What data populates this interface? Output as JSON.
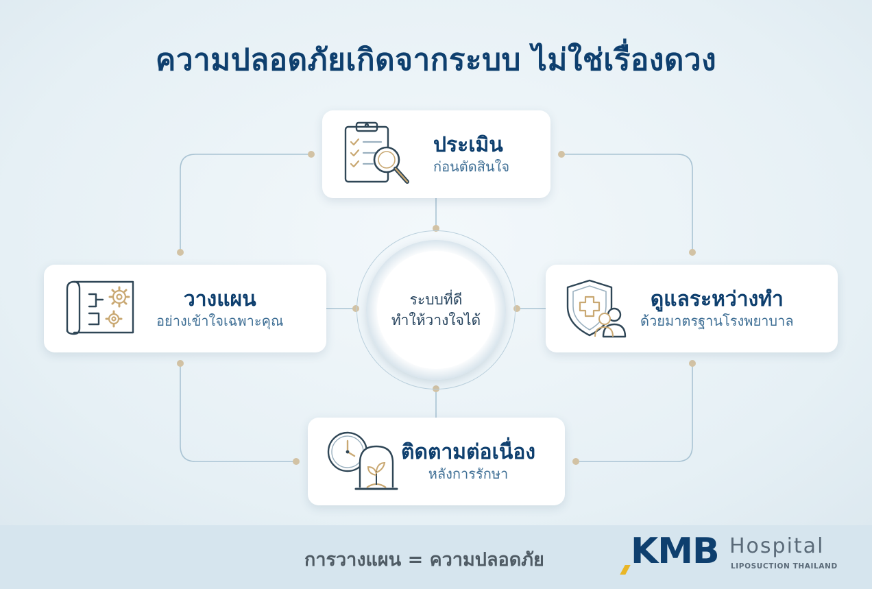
{
  "title": "ความปลอดภัยเกิดจากระบบ ไม่ใช่เรื่องดวง",
  "center": {
    "line1": "ระบบที่ดี",
    "line2": "ทำให้วางใจได้"
  },
  "steps": [
    {
      "heading": "ประเมิน",
      "sub": "ก่อนตัดสินใจ",
      "icon": "clipboard-magnifier-icon"
    },
    {
      "heading": "วางแผน",
      "sub": "อย่างเข้าใจเฉพาะคุณ",
      "icon": "blueprint-gears-icon"
    },
    {
      "heading": "ดูแลระหว่างทำ",
      "sub": "ด้วยมาตรฐานโรงพยาบาล",
      "icon": "shield-medical-person-icon"
    },
    {
      "heading": "ติดตามต่อเนื่อง",
      "sub": "หลังการรักษา",
      "icon": "clock-plant-dome-icon"
    }
  ],
  "footer": {
    "text": "การวางแผน = ความปลอดภัย"
  },
  "logo": {
    "brand": "KMB",
    "name": "Hospital",
    "tagline": "LIPOSUCTION THAILAND"
  },
  "colors": {
    "title": "#0e3f6e",
    "subtext": "#3f6f95",
    "connector": "#a9c3d3",
    "node-dot": "#d2c2a4",
    "accent": "#e9b627",
    "footer-bg": "#d6e5ee"
  }
}
